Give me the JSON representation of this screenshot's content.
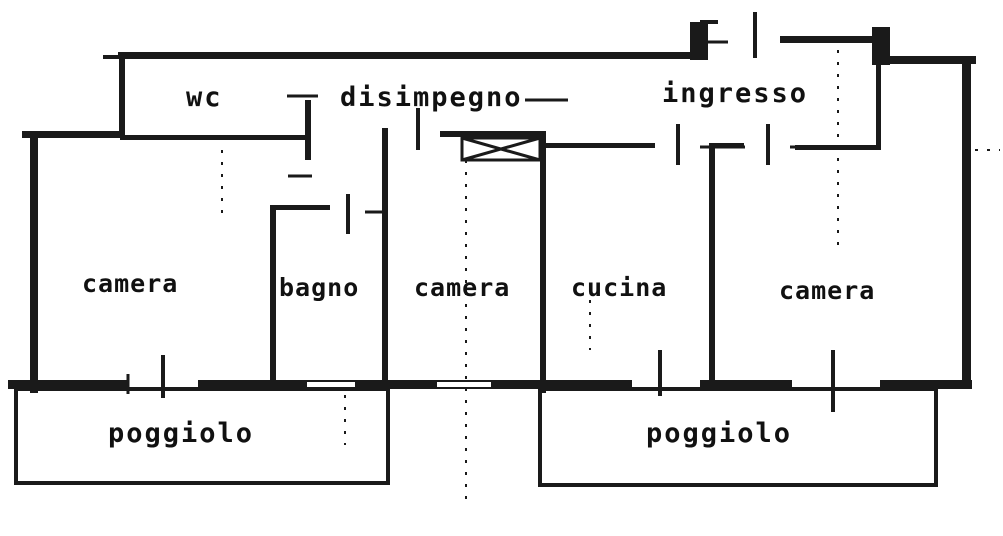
{
  "plan": {
    "rooms": {
      "wc": "wc",
      "disimpegno": "disimpegno",
      "ingresso": "ingresso",
      "camera_left": "camera",
      "bagno": "bagno",
      "camera_center": "camera",
      "cucina": "cucina",
      "camera_right": "camera",
      "poggiolo_left": "poggiolo",
      "poggiolo_right": "poggiolo"
    },
    "colors": {
      "ink": "#1a1a1a",
      "paper": "#ffffff"
    }
  }
}
